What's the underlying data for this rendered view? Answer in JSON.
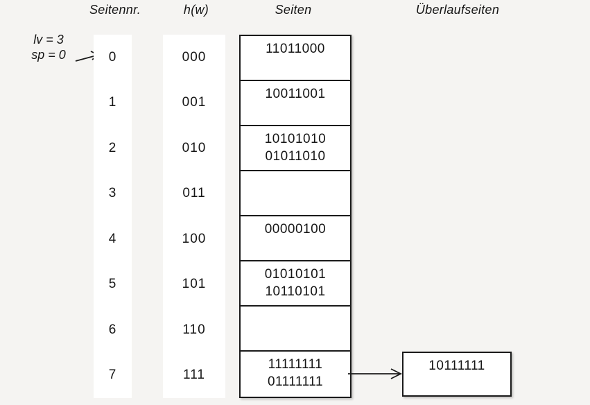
{
  "headers": {
    "seitennr": "Seitennr.",
    "hw": "h(w)",
    "seiten": "Seiten",
    "ueberlaufseiten": "Überlaufseiten"
  },
  "annotation": {
    "lv": "lv = 3",
    "sp": "sp = 0"
  },
  "rows": [
    {
      "nr": "0",
      "hash": "000",
      "entries": [
        "11011000"
      ]
    },
    {
      "nr": "1",
      "hash": "001",
      "entries": [
        "10011001"
      ]
    },
    {
      "nr": "2",
      "hash": "010",
      "entries": [
        "10101010",
        "01011010"
      ]
    },
    {
      "nr": "3",
      "hash": "011",
      "entries": []
    },
    {
      "nr": "4",
      "hash": "100",
      "entries": [
        "00000100"
      ]
    },
    {
      "nr": "5",
      "hash": "101",
      "entries": [
        "01010101",
        "10110101"
      ]
    },
    {
      "nr": "6",
      "hash": "110",
      "entries": []
    },
    {
      "nr": "7",
      "hash": "111",
      "entries": [
        "11111111",
        "01111111"
      ]
    }
  ],
  "overflow": {
    "value": "10111111",
    "attached_to_row": "7"
  },
  "colors": {
    "background": "#f5f4f2",
    "box_fill": "#ffffff",
    "line": "#1a1a1a",
    "text": "#161616"
  }
}
